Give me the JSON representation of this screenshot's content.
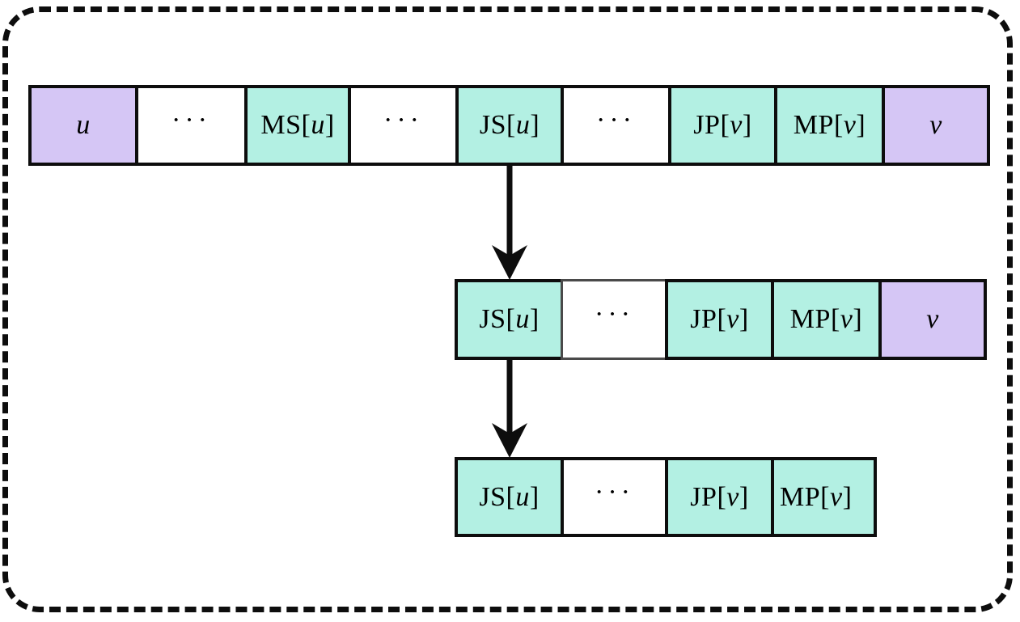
{
  "figure": {
    "type": "array-decomposition-diagram",
    "enclosure": {
      "style": "dashed-rounded-rectangle",
      "color": "#0d0d0d"
    },
    "colors": {
      "highlight_mint": "#b3f0e3",
      "highlight_violet": "#d5c6f5",
      "neutral_white": "#ffffff",
      "stroke": "#0d0d0d"
    },
    "rows": [
      {
        "id": "row-1",
        "name": "full-path-array",
        "cells": [
          {
            "text": "u",
            "fill": "violet",
            "kind": "label"
          },
          {
            "text": "···",
            "fill": "white",
            "kind": "ellipsis"
          },
          {
            "text": "MS[u]",
            "fill": "mint",
            "kind": "label"
          },
          {
            "text": "···",
            "fill": "white",
            "kind": "ellipsis"
          },
          {
            "text": "JS[u]",
            "fill": "mint",
            "kind": "label"
          },
          {
            "text": "···",
            "fill": "white",
            "kind": "ellipsis"
          },
          {
            "text": "JP[v]",
            "fill": "mint",
            "kind": "label"
          },
          {
            "text": "MP[v]",
            "fill": "mint",
            "kind": "label"
          },
          {
            "text": "v",
            "fill": "violet",
            "kind": "label"
          }
        ]
      },
      {
        "id": "row-2",
        "name": "suffix-path-array",
        "cells": [
          {
            "text": "JS[u]",
            "fill": "mint",
            "kind": "label"
          },
          {
            "text": "···",
            "fill": "white",
            "kind": "ellipsis"
          },
          {
            "text": "JP[v]",
            "fill": "mint",
            "kind": "label"
          },
          {
            "text": "MP[v]",
            "fill": "mint",
            "kind": "label"
          },
          {
            "text": "v",
            "fill": "violet",
            "kind": "label"
          }
        ]
      },
      {
        "id": "row-3",
        "name": "core-path-array",
        "cells": [
          {
            "text": "JS[u]",
            "fill": "mint",
            "kind": "label"
          },
          {
            "text": "···",
            "fill": "white",
            "kind": "ellipsis"
          },
          {
            "text": "JP[v]",
            "fill": "mint",
            "kind": "label"
          },
          {
            "text": "MP[v]",
            "fill": "mint",
            "kind": "label"
          }
        ]
      }
    ],
    "arrows": [
      {
        "id": "arrow-1",
        "from": "row-1",
        "to": "row-2",
        "direction": "down"
      },
      {
        "id": "arrow-2",
        "from": "row-2",
        "to": "row-3",
        "direction": "down"
      }
    ]
  }
}
